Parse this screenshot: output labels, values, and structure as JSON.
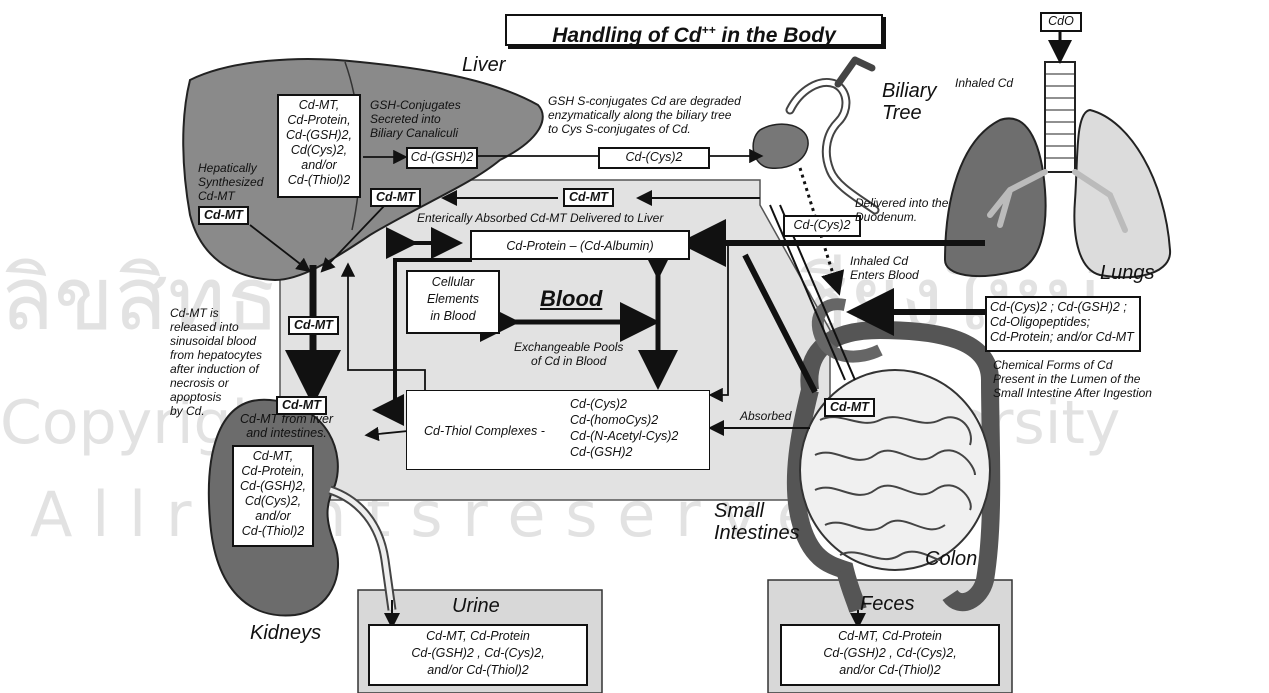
{
  "title": {
    "main": "Handling of Cd",
    "sup": "++",
    "rest": " in the Body"
  },
  "organs": {
    "liver": "Liver",
    "biliary_tree": "Biliary\nTree",
    "lungs": "Lungs",
    "kidneys": "Kidneys",
    "small_intestines": "Small\nIntestines",
    "colon": "Colon",
    "urine": "Urine",
    "feces": "Feces",
    "blood": "Blood"
  },
  "liver_box": [
    "Cd-MT,",
    "Cd-Protein,",
    "Cd-(GSH)2,",
    "Cd(Cys)2,",
    "and/or",
    "Cd-(Thiol)2"
  ],
  "gsh_conjugates_label": "GSH-Conjugates\nSecreted into\nBiliary Canaliculi",
  "cd_gsh2_box": "Cd-(GSH)2",
  "cd_cys2_box": "Cd-(Cys)2",
  "hepatic_label": "Hepatically\nSynthesized\nCd-MT",
  "cd_mt": "Cd-MT",
  "gsh_degraded_label": "GSH S-conjugates Cd are degraded\nenzymatically along the biliary tree\nto Cys S-conjugates of Cd.",
  "delivered_duodenum": "Delivered into the\nDuodenum.",
  "enteric_label": "Enterically Absorbed Cd-MT Delivered to Liver",
  "cd_protein_box": "Cd-Protein – (Cd-Albumin)",
  "inhaled_enters_blood": "Inhaled Cd\nEnters Blood",
  "cdo": "CdO",
  "inhaled_cd": "Inhaled Cd",
  "cellular_elements": "Cellular\nElements\nin Blood",
  "exchangeable_pools": "Exchangeable Pools\nof Cd in Blood",
  "cd_mt_released": "Cd-MT is\nreleased into\nsinusoidal blood\nfrom hepatocytes\nafter induction of\nnecrosis or\napoptosis\nby Cd.",
  "lumen_box": [
    "Cd-(Cys)2 ; Cd-(GSH)2 ;",
    "Cd-Oligopeptides;",
    "Cd-Protein; and/or Cd-MT"
  ],
  "chemical_forms": "Chemical Forms of Cd\nPresent in the Lumen of the\nSmall Intestine After Ingestion",
  "thiol_label": "Cd-Thiol Complexes -",
  "thiol_list": [
    "Cd-(Cys)2",
    "Cd-(homoCys)2",
    "Cd-(N-Acetyl-Cys)2",
    "Cd-(GSH)2"
  ],
  "absorbed": "Absorbed",
  "kidney_mt_label": "Cd-MT from liver\nand intestines.",
  "kidney_box": [
    "Cd-MT,",
    "Cd-Protein,",
    "Cd-(GSH)2,",
    "Cd(Cys)2,",
    "and/or",
    "Cd-(Thiol)2"
  ],
  "urine_box": [
    "Cd-MT, Cd-Protein",
    "Cd-(GSH)2 , Cd-(Cys)2,",
    "and/or Cd-(Thiol)2"
  ],
  "feces_box": [
    "Cd-MT, Cd-Protein",
    "Cd-(GSH)2 , Cd-(Cys)2,",
    "and/or Cd-(Thiol)2"
  ],
  "watermark": {
    "thai": "ลิขสิทธิ์มหาวิทยาลัยเชียงใหม่",
    "copyright": "Copyright© by Chiang Mai University",
    "rights": "A l l   r i g h t s   r e s e r v e d"
  },
  "colors": {
    "organ": "#7a7a7a",
    "organ_dark": "#5c5c5c",
    "panel": "#dcdcdc",
    "ink": "#111111"
  }
}
